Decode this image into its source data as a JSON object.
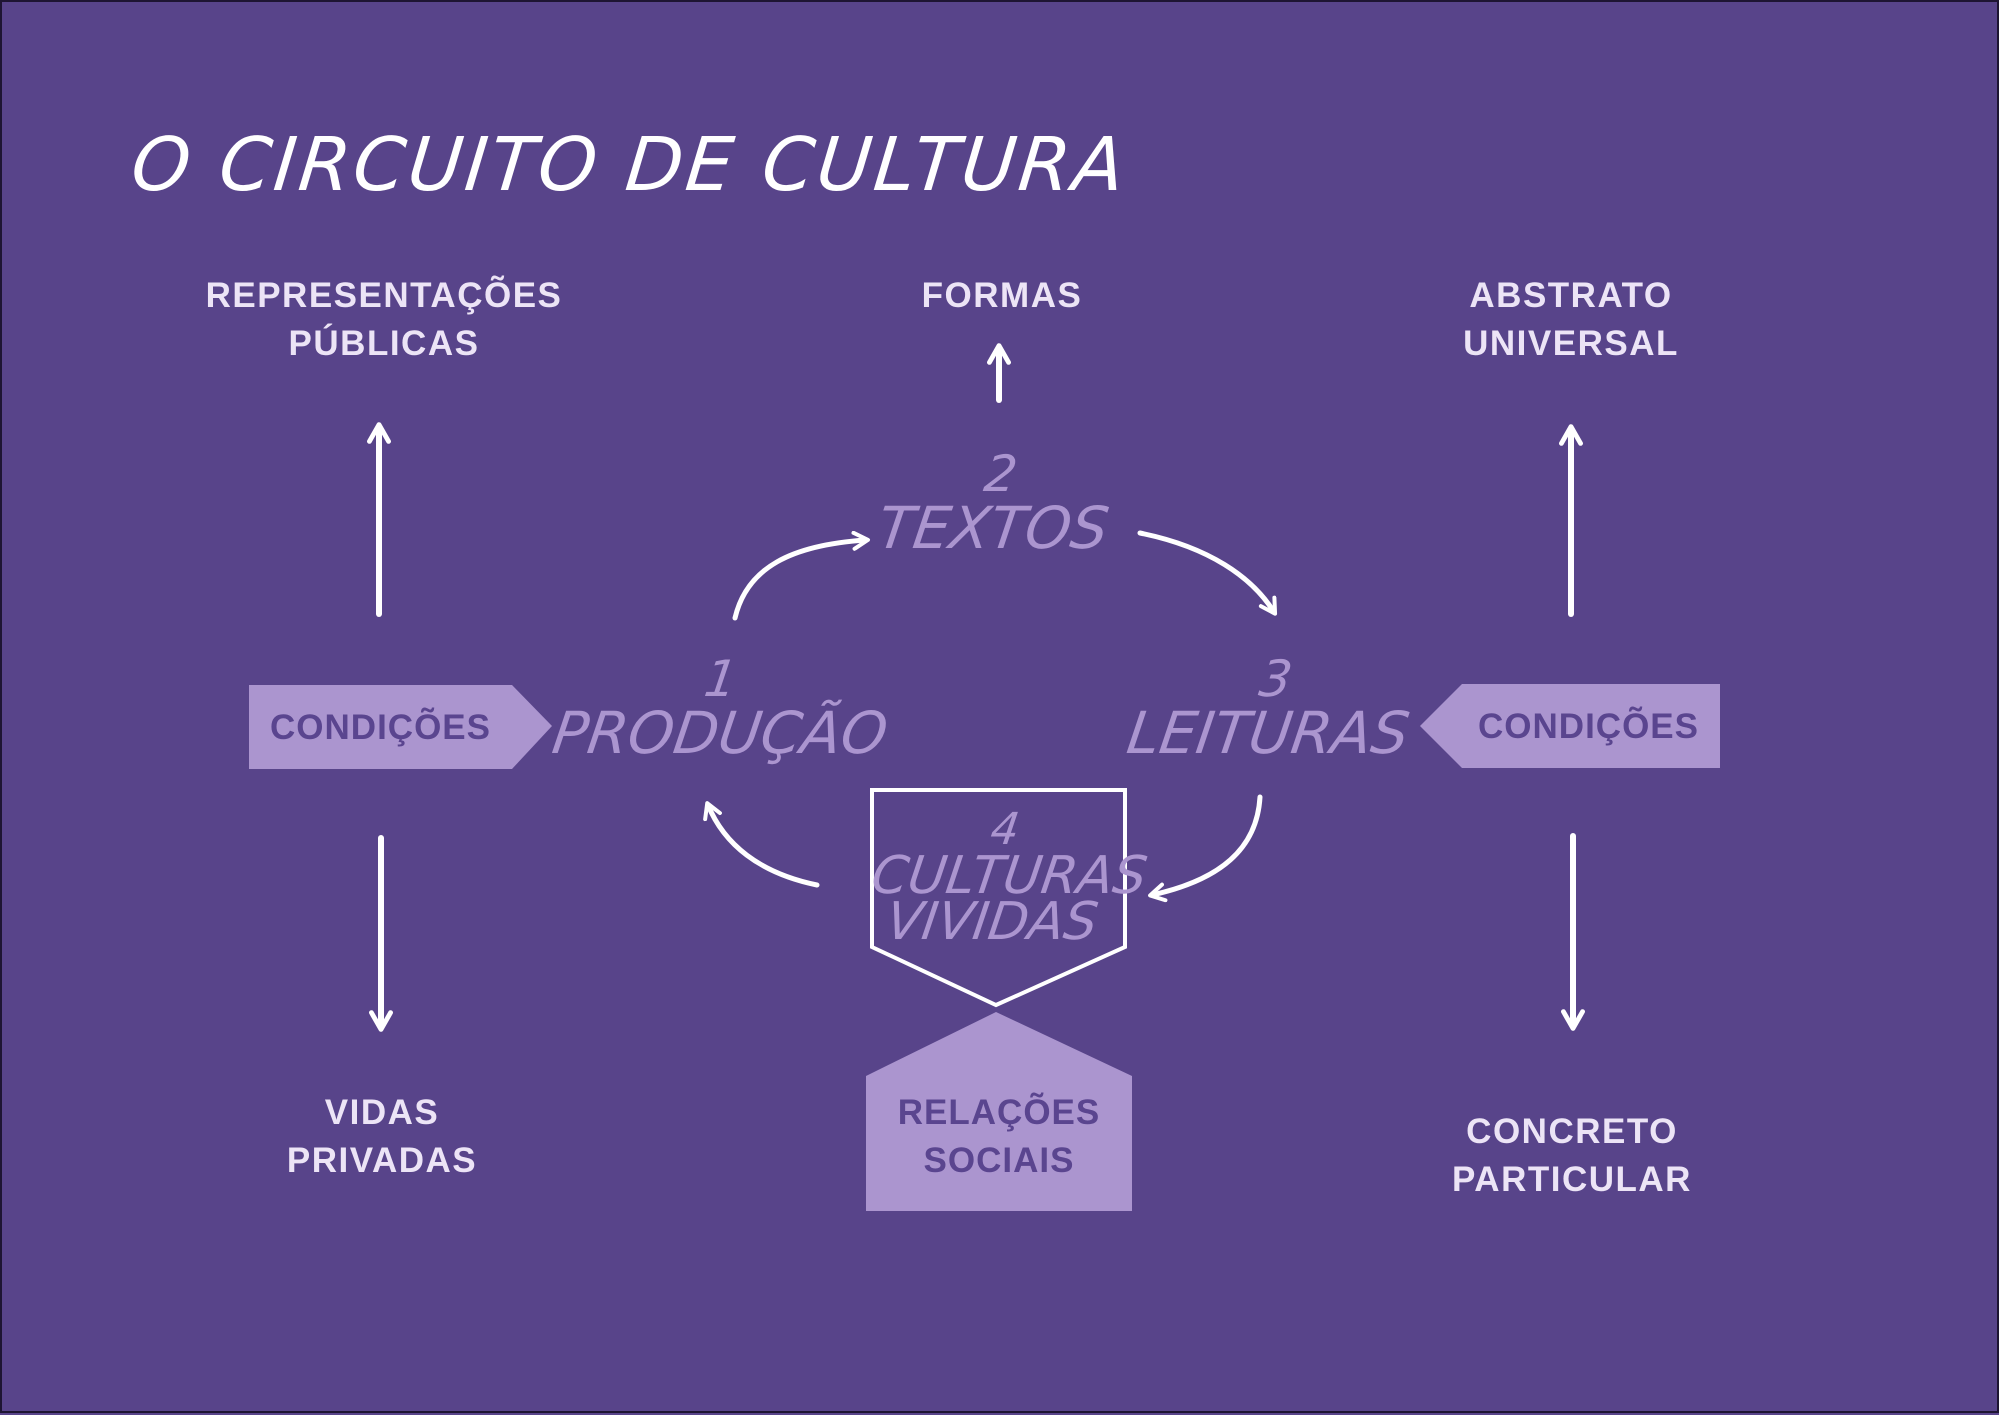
{
  "title": "O CIRCUITO DE CULTURA",
  "colors": {
    "background": "#58448a",
    "text_light": "#ece4f6",
    "accent_light": "#ab95cf",
    "box_text": "#5a458f",
    "arrow": "#ffffff"
  },
  "left": {
    "top_label": [
      "REPRESENTAÇÕES",
      "PÚBLICAS"
    ],
    "bottom_label": [
      "VIDAS",
      "PRIVADAS"
    ],
    "conditions": "CONDIÇÕES"
  },
  "center": {
    "top_label": "FORMAS",
    "stages": [
      {
        "number": "1",
        "name": "PRODUÇÃO"
      },
      {
        "number": "2",
        "name": "TEXTOS"
      },
      {
        "number": "3",
        "name": "LEITURAS"
      },
      {
        "number": "4",
        "name": [
          "CULTURAS",
          "VIVIDAS"
        ]
      }
    ],
    "relations": [
      "RELAÇÕES",
      "SOCIAIS"
    ]
  },
  "right": {
    "top_label": [
      "ABSTRATO",
      "UNIVERSAL"
    ],
    "bottom_label": [
      "CONCRETO",
      "PARTICULAR"
    ],
    "conditions": "CONDIÇÕES"
  }
}
